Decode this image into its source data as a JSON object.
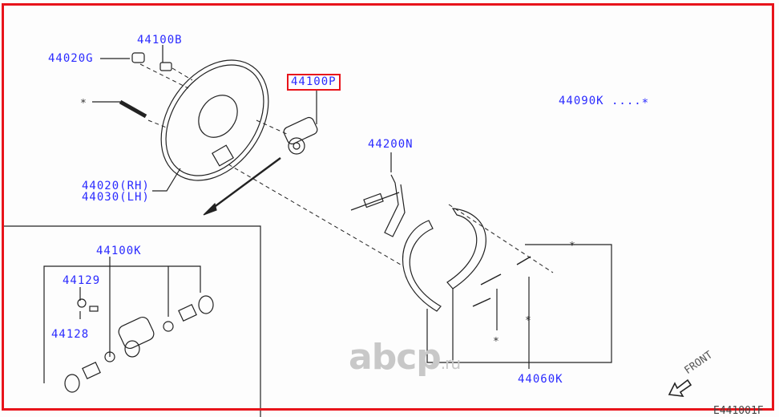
{
  "labels": {
    "p44100B": "44100B",
    "p44020G": "44020G",
    "p44100P": "44100P",
    "p44090K": "44090K ....∗",
    "p44200N": "44200N",
    "p44020RH": "44020(RH)",
    "p44030LH": "44030(LH)",
    "p44100K": "44100K",
    "p44129": "44129",
    "p44128": "44128",
    "p44060K": "44060K"
  },
  "asterisk": "∗",
  "front": "FRONT",
  "diagram_code": "E441001F",
  "watermark": {
    "main": "abcp",
    "suffix": ".ru"
  },
  "highlight_color": "#e8141b",
  "label_color": "#2a2aff"
}
